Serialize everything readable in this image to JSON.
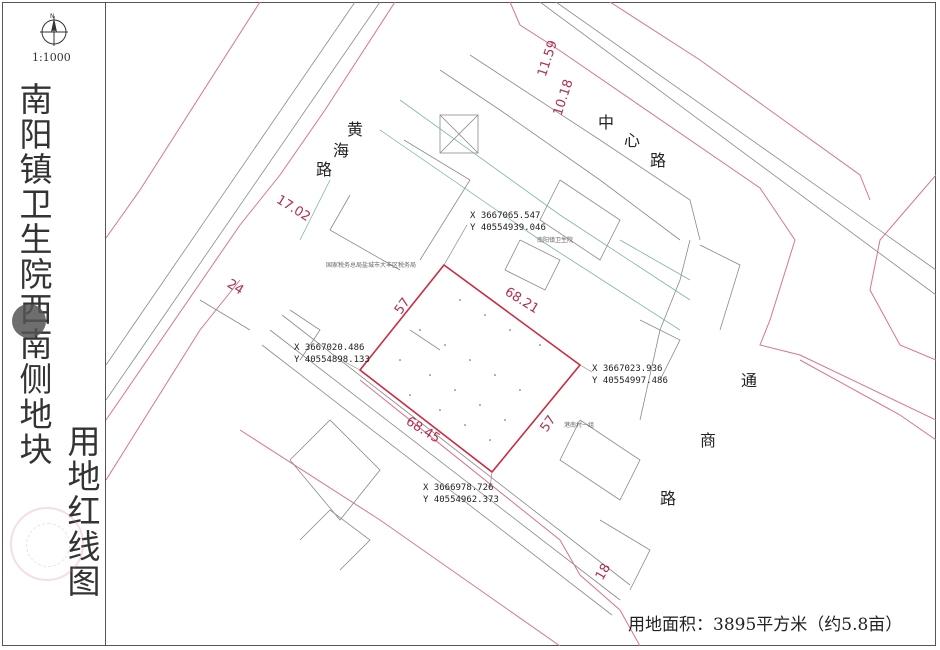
{
  "title": {
    "place": [
      "南",
      "阳",
      "镇",
      "卫",
      "生",
      "院",
      "西",
      "南",
      "侧",
      "地",
      "块"
    ],
    "subject": [
      "用",
      "地",
      "红",
      "线",
      "图"
    ]
  },
  "north_label": "N",
  "scale": "1:1000",
  "roads": {
    "huanghai": [
      "黄",
      "海",
      "路"
    ],
    "zhongxin": [
      "中",
      "心",
      "路"
    ],
    "tongshang": [
      "通",
      "商",
      "路"
    ]
  },
  "dimensions": {
    "d11_59": "11.59",
    "d10_18": "10.18",
    "d17_02": "17.02",
    "d24": "24",
    "d57_top": "57",
    "d68_21": "68.21",
    "d68_45": "68.45",
    "d57_right": "57",
    "d18": "18"
  },
  "coordinates": {
    "top": {
      "x": "X 3667065.547",
      "y": "Y 40554939.046"
    },
    "left": {
      "x": "X 3667020.486",
      "y": "Y 40554898.133"
    },
    "right": {
      "x": "X 3667023.936",
      "y": "Y 40554997.486"
    },
    "bottom": {
      "x": "X 3666978.726",
      "y": "Y 40554962.373"
    }
  },
  "annotations": {
    "hospital": "南阳镇卫生院",
    "service": "国家税务总局盐城市大丰区税务局",
    "village": "港南村一组"
  },
  "area_text": "用地面积：3895平方米（约5.8亩）",
  "colors": {
    "red_line": "#cc2a40",
    "pink_line": "#d9758c",
    "grey_line": "#8a8a8a",
    "teal_line": "#7fb3a8"
  }
}
